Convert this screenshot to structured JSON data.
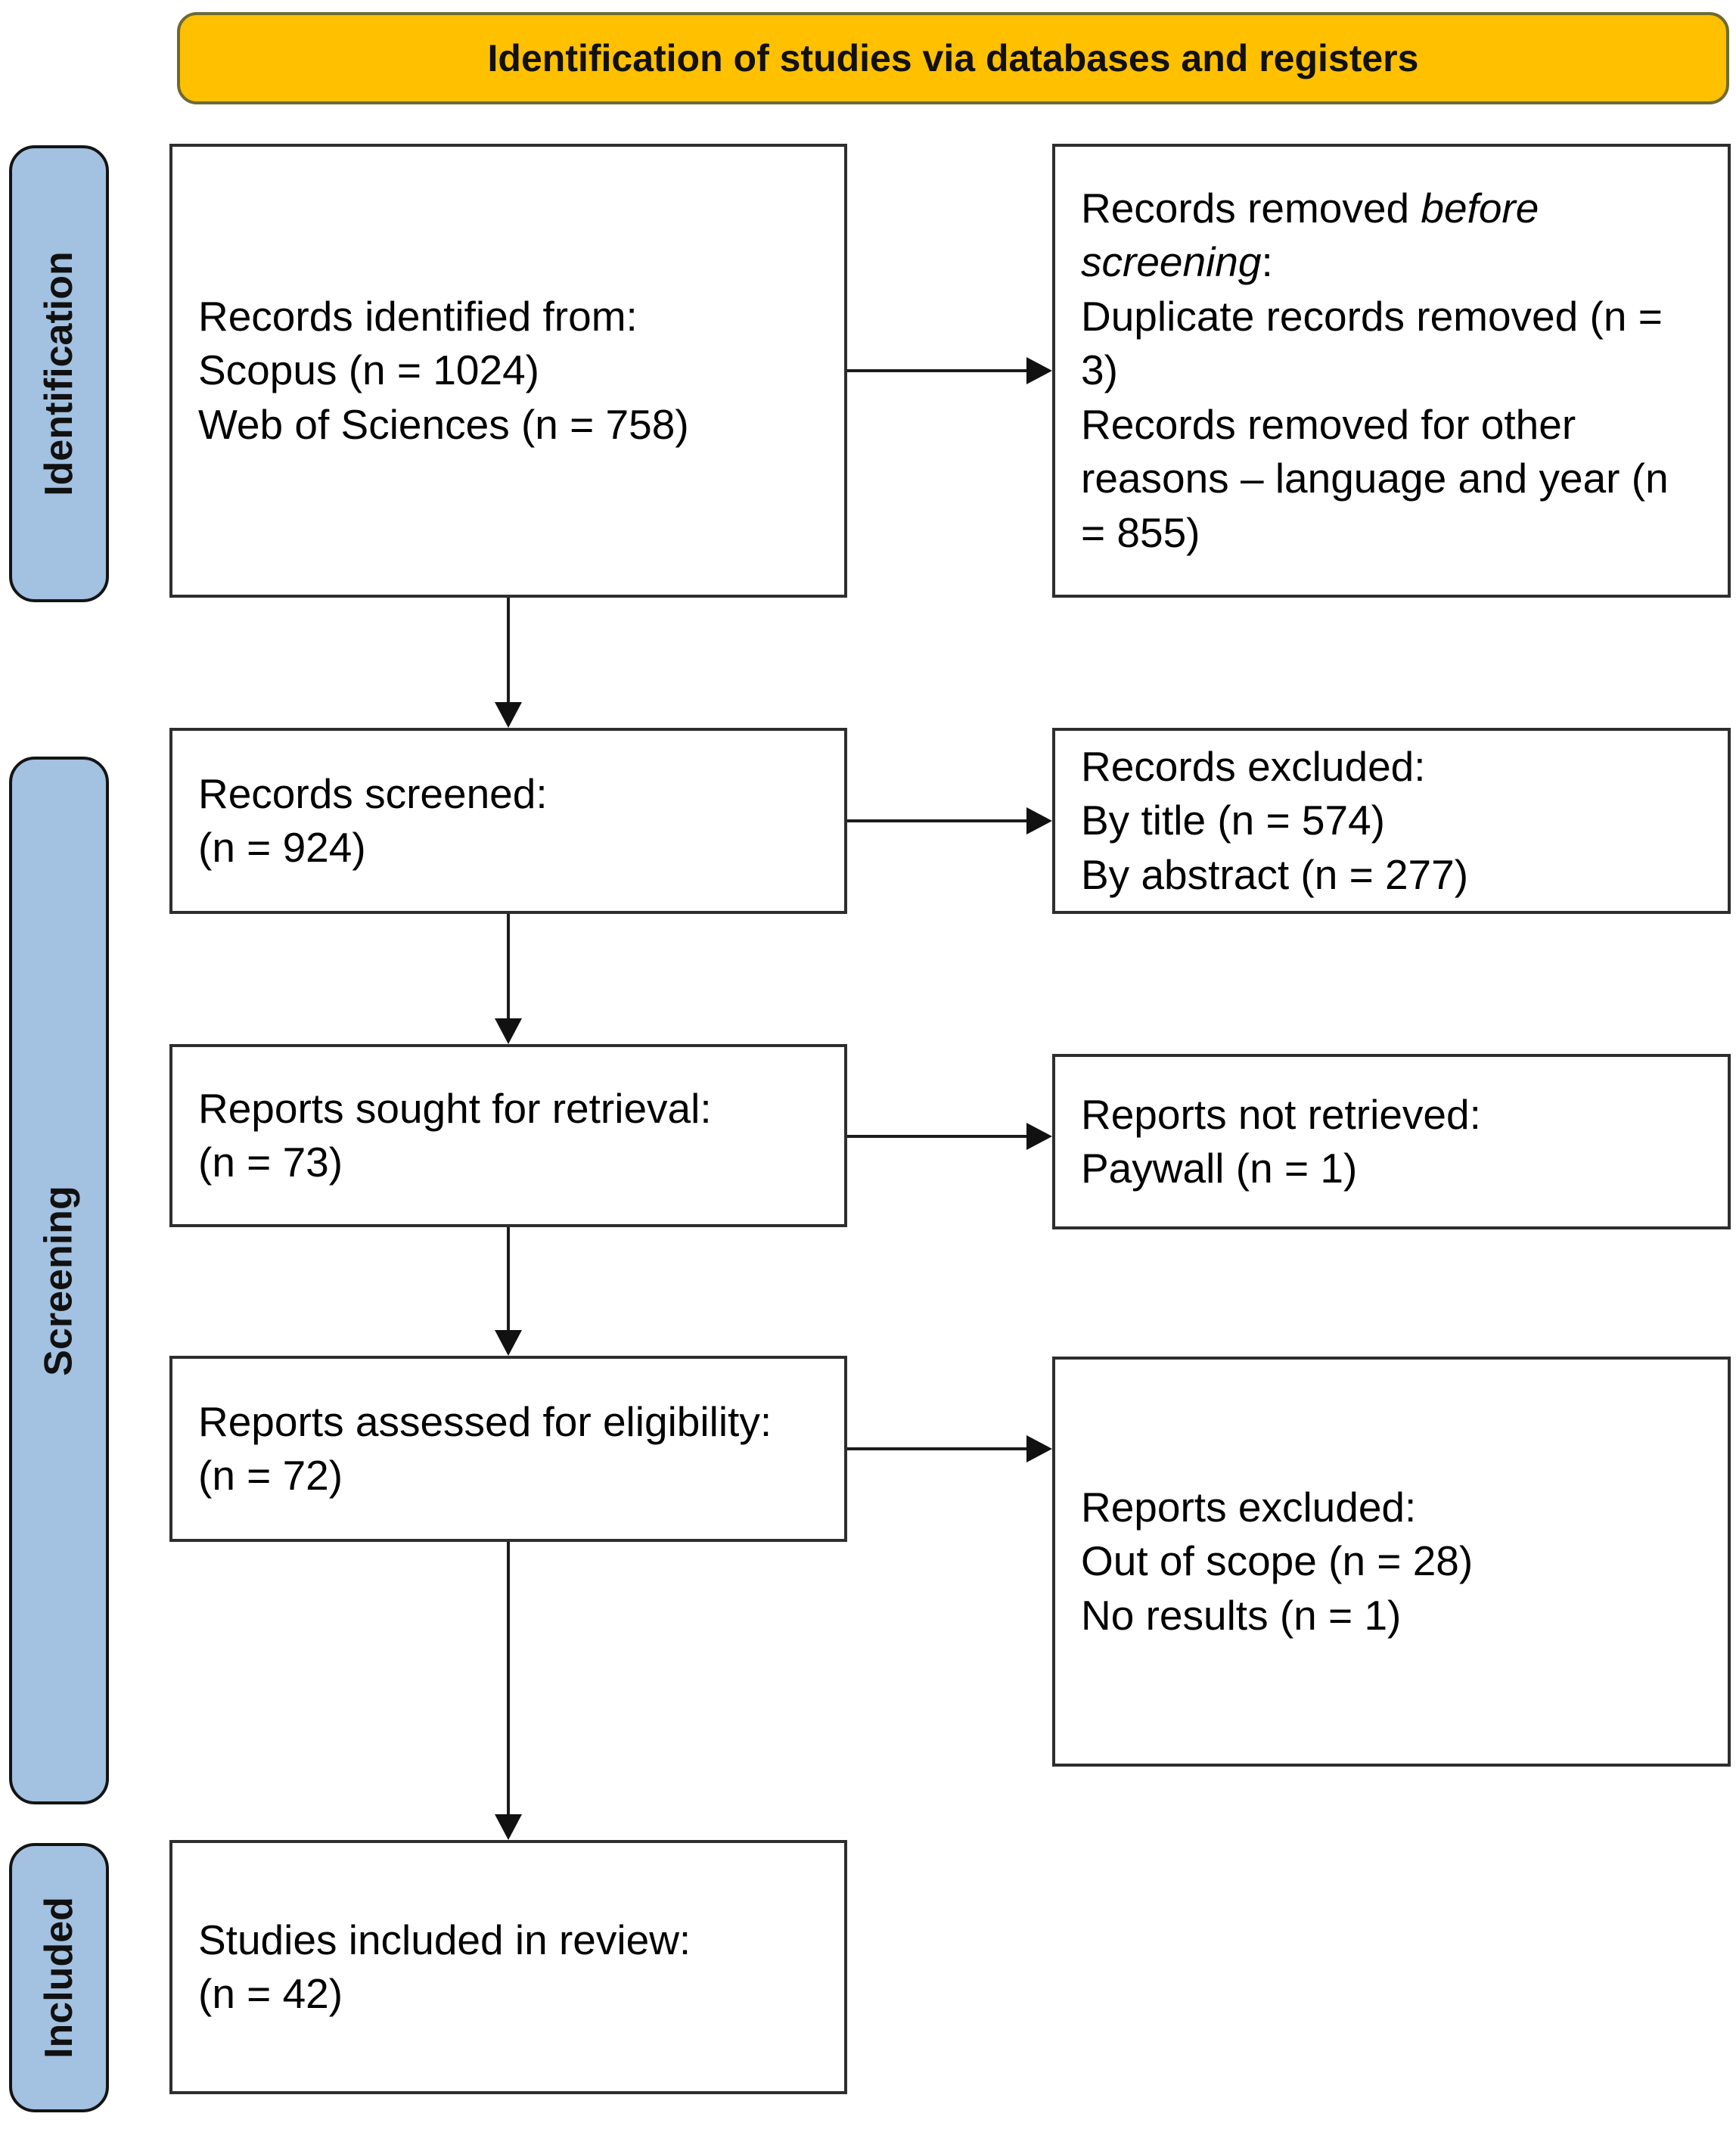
{
  "banner": {
    "title": "Identification of studies via databases and registers",
    "bg_color": "#FFC000"
  },
  "stage_labels": [
    {
      "label": "Identification"
    },
    {
      "label": "Screening"
    },
    {
      "label": "Included"
    }
  ],
  "stage_bg_color": "#A3C1E0",
  "boxes": {
    "records_identified": {
      "lines": [
        "Records identified from:",
        "Scopus (n = 1024)",
        "Web of Sciences (n = 758)"
      ]
    },
    "records_removed": {
      "line1_normal": "Records removed ",
      "line1_italic": "before screening",
      "line1_colon": ":",
      "line2": "Duplicate records removed  (n = 3)",
      "line3": "Records removed for other reasons – language and year (n = 855)"
    },
    "records_screened": {
      "lines": [
        "Records screened:",
        "(n = 924)"
      ]
    },
    "records_excluded": {
      "lines": [
        "Records excluded:",
        "By title (n = 574)",
        "By abstract (n = 277)"
      ]
    },
    "reports_sought": {
      "lines": [
        "Reports sought for retrieval:",
        "(n = 73)"
      ]
    },
    "reports_not_retrieved": {
      "lines": [
        "Reports not retrieved:",
        "Paywall (n = 1)"
      ]
    },
    "reports_assessed": {
      "lines": [
        "Reports assessed for eligibility:",
        "(n = 72)"
      ]
    },
    "reports_excluded": {
      "lines": [
        "Reports excluded:",
        "Out of scope (n = 28)",
        "No results (n = 1)"
      ]
    },
    "studies_included": {
      "lines": [
        "Studies included in review:",
        "(n = 42)"
      ]
    }
  }
}
